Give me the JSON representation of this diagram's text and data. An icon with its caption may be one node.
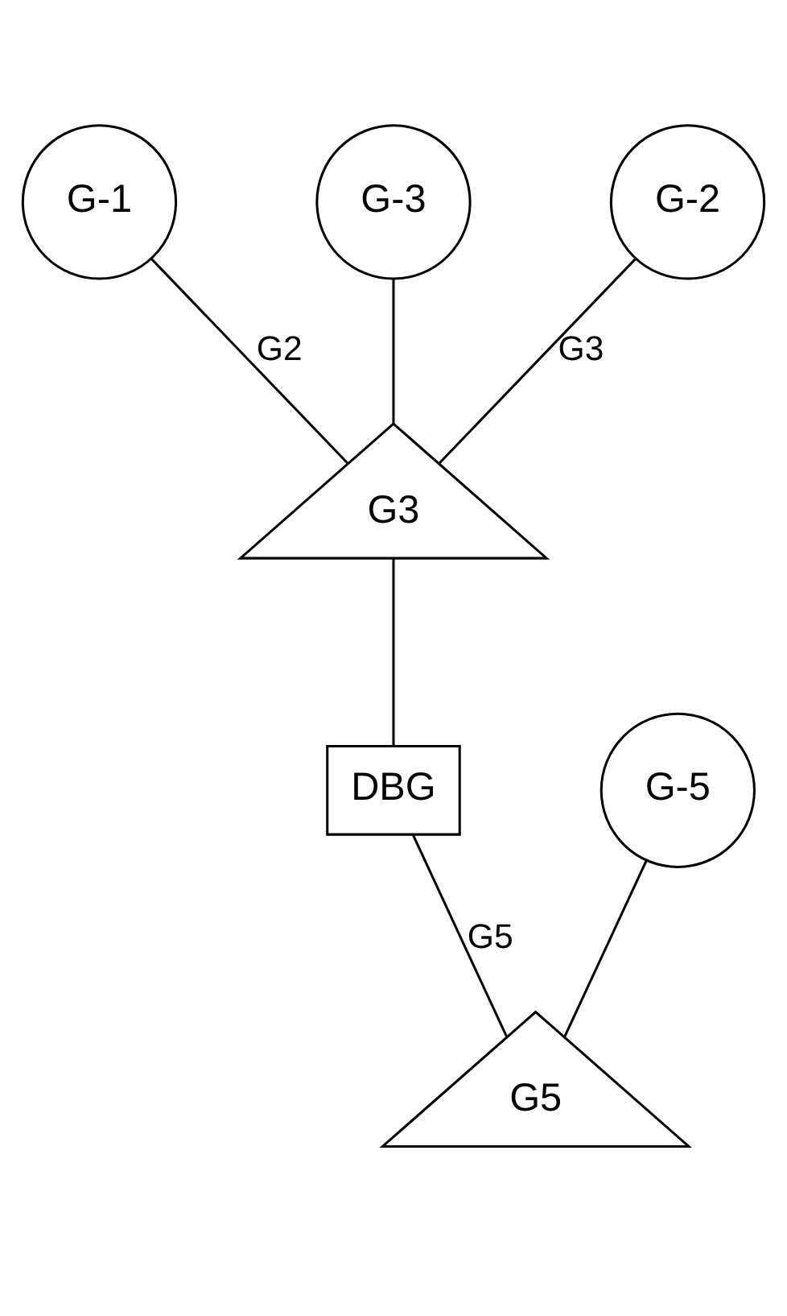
{
  "diagram": {
    "nodes": [
      {
        "text": [
          "G-1"
        ]
      },
      {
        "text": [
          "G-3"
        ]
      },
      {
        "text": [
          "G-2"
        ]
      },
      {
        "text": [
          "G3"
        ]
      },
      {
        "text": [
          "DBG"
        ]
      },
      {
        "text": [
          "G-5"
        ]
      },
      {
        "text": [
          "G5"
        ]
      }
    ],
    "edges": [
      {
        "from": 0,
        "to": 3,
        "arrow": "none",
        "label": "G2"
      },
      {
        "from": 1,
        "to": 3,
        "arrow": "none"
      },
      {
        "from": 2,
        "to": 3,
        "arrow": "none",
        "label": "G3"
      },
      {
        "from": 3,
        "to": 4,
        "arrow": "none"
      },
      {
        "from": 4,
        "to": 6,
        "arrow": "none",
        "label": "G5"
      },
      {
        "from": 5,
        "to": 6,
        "arrow": "none"
      }
    ]
  }
}
